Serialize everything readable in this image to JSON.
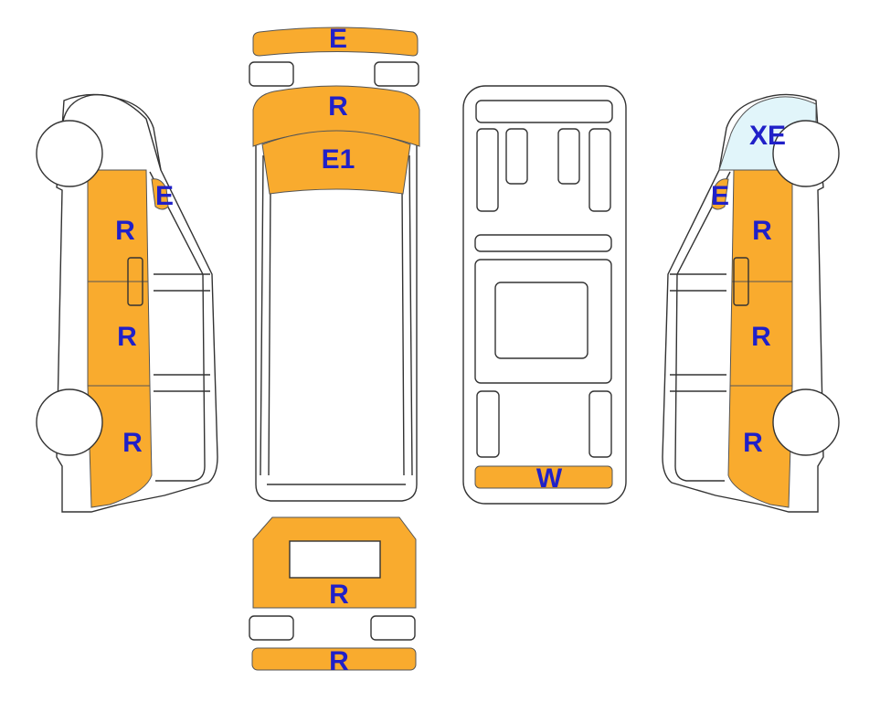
{
  "colors": {
    "damage_fill": "#F9AB2E",
    "special_fill": "#E1F5FA",
    "label": "#2020C8",
    "outline": "#333333"
  },
  "legend": {
    "R": "R",
    "E": "E",
    "E1": "E1",
    "XE": "XE",
    "W": "W"
  },
  "views": {
    "front": {
      "bumper": "E",
      "hood": "R",
      "windshield": "E1"
    },
    "underside": {
      "rear_step": "W"
    },
    "rear": {
      "door": "R",
      "bumper": "R"
    },
    "left_side": {
      "mirror": "E",
      "front_panel": "R",
      "middle_panel": "R",
      "rear_panel": "R"
    },
    "right_side": {
      "roof_corner": "XE",
      "mirror": "E",
      "front_panel": "R",
      "middle_panel": "R",
      "rear_panel": "R"
    }
  }
}
